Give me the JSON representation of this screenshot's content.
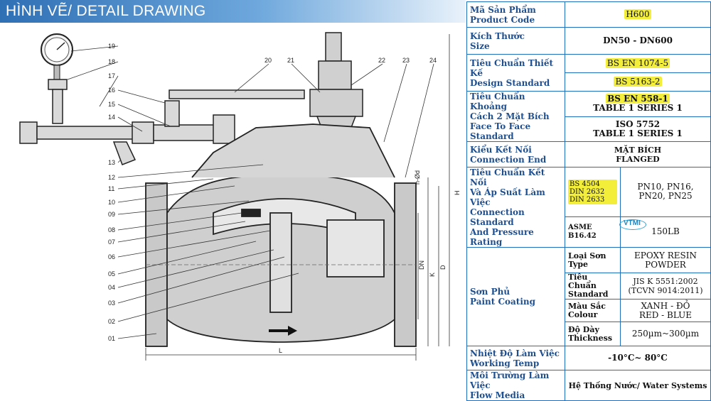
{
  "header": {
    "title": "HÌNH VẼ/ DETAIL DRAWING"
  },
  "drawing": {
    "part_numbers": [
      "01",
      "02",
      "03",
      "04",
      "05",
      "06",
      "07",
      "08",
      "09",
      "10",
      "11",
      "12",
      "13",
      "14",
      "15",
      "16",
      "17",
      "18",
      "19",
      "20",
      "21",
      "22",
      "23",
      "24"
    ],
    "dimension_labels": {
      "dn": "DN",
      "k": "K",
      "d": "D",
      "h": "H",
      "l": "L",
      "n_od": "n-Ød"
    }
  },
  "spec": {
    "product_code": {
      "label_vn": "Mã Sản Phẩm",
      "label_en": "Product Code",
      "value": "H600"
    },
    "size": {
      "label_vn": "Kích Thước",
      "label_en": "Size",
      "value": "DN50 - DN600"
    },
    "design_standard": {
      "label_vn": "Tiêu Chuẩn Thiết Kế",
      "label_en": "Design Standard",
      "value1": "BS EN 1074-5",
      "value2": "BS 5163-2"
    },
    "face_to_face": {
      "label_vn1": "Tiêu Chuẩn Khoảng",
      "label_vn2": "Cách 2 Mặt Bích",
      "label_en": "Face To Face Standard",
      "value1_a": "BS EN 558-1",
      "value1_b": "TABLE 1 SERIES 1",
      "value2_a": "ISO 5752",
      "value2_b": "TABLE 1 SERIES 1"
    },
    "connection_end": {
      "label_vn": "Kiểu Kết Nối",
      "label_en": "Connection End",
      "value_vn": "MẶT BÍCH",
      "value_en": "FLANGED"
    },
    "connection_standard": {
      "label_vn1": "Tiêu Chuẩn Kết Nối",
      "label_vn2": "Và Áp Suất Làm Việc",
      "label_en1": "Connection Standard",
      "label_en2": "And Pressure Rating",
      "std_list": [
        "BS 4504",
        "DIN 2632",
        "DIN 2633"
      ],
      "pn_1": "PN10, PN16,",
      "pn_2": "PN20, PN25",
      "asme": "ASME B16.42",
      "lb": "150LB",
      "watermark": "VTMI"
    },
    "paint_coating": {
      "label_vn": "Sơn Phủ",
      "label_en": "Paint Coating",
      "rows": [
        {
          "sub_vn": "Loại Sơn",
          "sub_en": "Type",
          "val1": "EPOXY RESIN",
          "val2": "POWDER"
        },
        {
          "sub_vn": "Tiêu Chuẩn",
          "sub_en": "Standard",
          "val1": "JIS K 5551:2002",
          "val2": "(TCVN 9014:2011)"
        },
        {
          "sub_vn": "Màu Sắc",
          "sub_en": "Colour",
          "val1": "XANH - ĐỎ",
          "val2": "RED - BLUE"
        },
        {
          "sub_vn": "Độ Dày",
          "sub_en": "Thickness",
          "val1": "250µm~300µm",
          "val2": ""
        }
      ]
    },
    "working_temp": {
      "label_vn": "Nhiệt Độ Làm Việc",
      "label_en": "Working Temp",
      "value": "-10°C~ 80°C"
    },
    "flow_media": {
      "label_vn": "Môi Trường Làm Việc",
      "label_en": "Flow Media",
      "value": "Hệ Thống Nước/ Water Systems"
    }
  },
  "colors": {
    "title_bar": "#2f6fb4",
    "table_border": "#1f6fbf",
    "label_text": "#1f4f8f",
    "highlight": "#f3ee3a",
    "drawing_fill": "#cfcfcf"
  }
}
